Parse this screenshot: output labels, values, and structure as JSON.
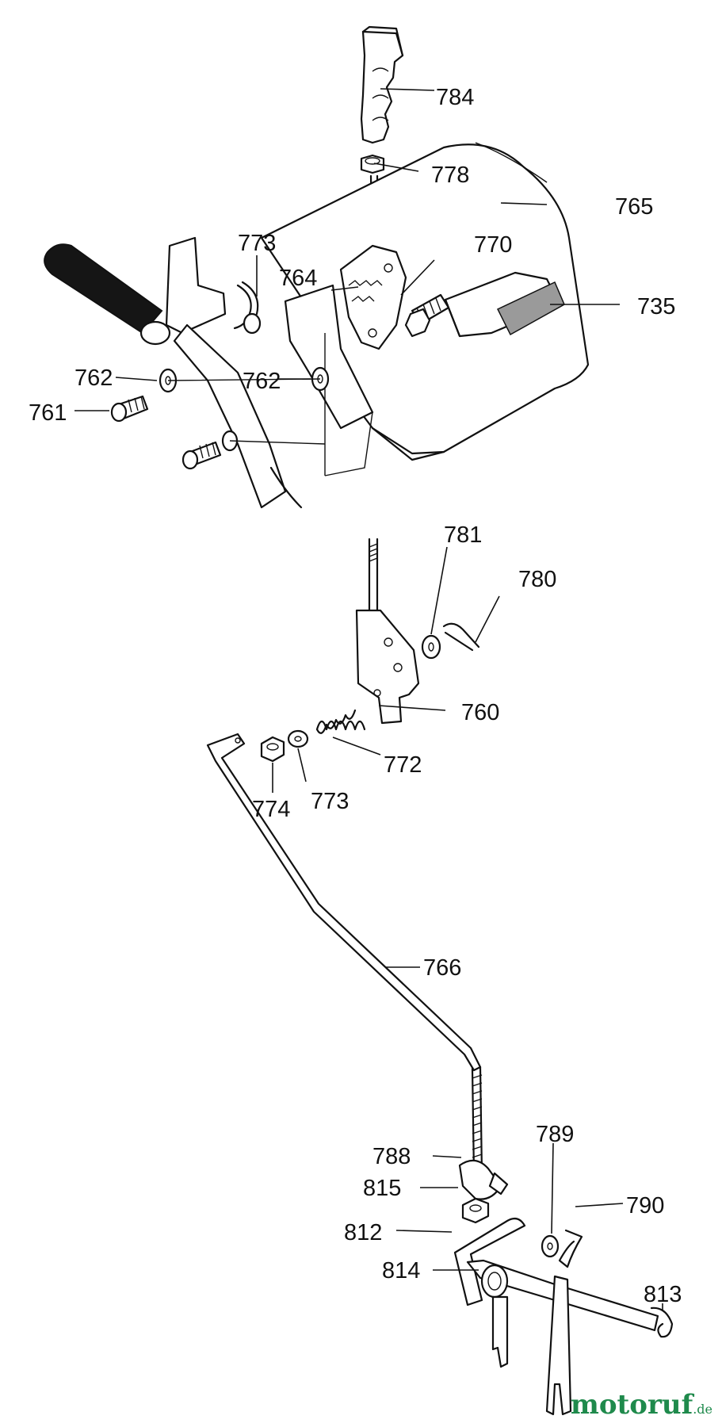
{
  "diagram": {
    "labels": {
      "784": "784",
      "778": "778",
      "765": "765",
      "773a": "773",
      "770": "770",
      "764": "764",
      "735": "735",
      "762a": "762",
      "762b": "762",
      "761": "761",
      "781": "781",
      "780": "780",
      "760": "760",
      "772": "772",
      "774": "774",
      "773b": "773",
      "766": "766",
      "789": "789",
      "788": "788",
      "815": "815",
      "790": "790",
      "812": "812",
      "814": "814",
      "813": "813"
    }
  },
  "watermark": {
    "brand": "motoruf",
    "tld": ".de",
    "dot_color": "#d23c2b",
    "color": "#1f8a4c"
  }
}
